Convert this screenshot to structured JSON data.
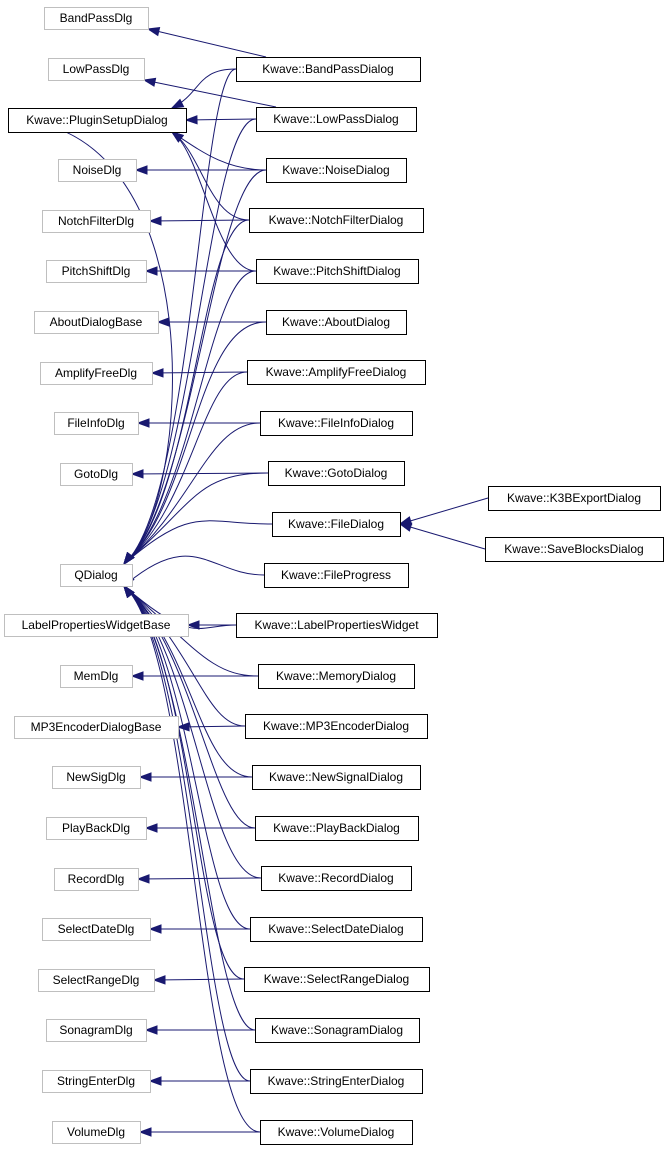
{
  "colors": {
    "edge": "#191970",
    "ghost_border": "#bfbfbf",
    "node_border": "#000000",
    "background": "#ffffff"
  },
  "nodes": [
    {
      "id": "BandPassDlg",
      "label": "BandPassDlg",
      "style": "ghost"
    },
    {
      "id": "LowPassDlg",
      "label": "LowPassDlg",
      "style": "ghost"
    },
    {
      "id": "PluginSetupDialog",
      "label": "Kwave::PluginSetupDialog",
      "style": "solid"
    },
    {
      "id": "NoiseDlg",
      "label": "NoiseDlg",
      "style": "ghost"
    },
    {
      "id": "NotchFilterDlg",
      "label": "NotchFilterDlg",
      "style": "ghost"
    },
    {
      "id": "PitchShiftDlg",
      "label": "PitchShiftDlg",
      "style": "ghost"
    },
    {
      "id": "AboutDialogBase",
      "label": "AboutDialogBase",
      "style": "ghost"
    },
    {
      "id": "AmplifyFreeDlg",
      "label": "AmplifyFreeDlg",
      "style": "ghost"
    },
    {
      "id": "FileInfoDlg",
      "label": "FileInfoDlg",
      "style": "ghost"
    },
    {
      "id": "GotoDlg",
      "label": "GotoDlg",
      "style": "ghost"
    },
    {
      "id": "QDialog",
      "label": "QDialog",
      "style": "ghost"
    },
    {
      "id": "LabelPropertiesWidgetBase",
      "label": "LabelPropertiesWidgetBase",
      "style": "ghost"
    },
    {
      "id": "MemDlg",
      "label": "MemDlg",
      "style": "ghost"
    },
    {
      "id": "MP3EncoderDialogBase",
      "label": "MP3EncoderDialogBase",
      "style": "ghost"
    },
    {
      "id": "NewSigDlg",
      "label": "NewSigDlg",
      "style": "ghost"
    },
    {
      "id": "PlayBackDlg",
      "label": "PlayBackDlg",
      "style": "ghost"
    },
    {
      "id": "RecordDlg",
      "label": "RecordDlg",
      "style": "ghost"
    },
    {
      "id": "SelectDateDlg",
      "label": "SelectDateDlg",
      "style": "ghost"
    },
    {
      "id": "SelectRangeDlg",
      "label": "SelectRangeDlg",
      "style": "ghost"
    },
    {
      "id": "SonagramDlg",
      "label": "SonagramDlg",
      "style": "ghost"
    },
    {
      "id": "StringEnterDlg",
      "label": "StringEnterDlg",
      "style": "ghost"
    },
    {
      "id": "VolumeDlg",
      "label": "VolumeDlg",
      "style": "ghost"
    },
    {
      "id": "BandPassDialog",
      "label": "Kwave::BandPassDialog",
      "style": "solid"
    },
    {
      "id": "LowPassDialog",
      "label": "Kwave::LowPassDialog",
      "style": "solid"
    },
    {
      "id": "NoiseDialog",
      "label": "Kwave::NoiseDialog",
      "style": "solid"
    },
    {
      "id": "NotchFilterDialog",
      "label": "Kwave::NotchFilterDialog",
      "style": "solid"
    },
    {
      "id": "PitchShiftDialog",
      "label": "Kwave::PitchShiftDialog",
      "style": "solid"
    },
    {
      "id": "AboutDialog",
      "label": "Kwave::AboutDialog",
      "style": "solid"
    },
    {
      "id": "AmplifyFreeDialog",
      "label": "Kwave::AmplifyFreeDialog",
      "style": "solid"
    },
    {
      "id": "FileInfoDialog",
      "label": "Kwave::FileInfoDialog",
      "style": "solid"
    },
    {
      "id": "GotoDialog",
      "label": "Kwave::GotoDialog",
      "style": "solid"
    },
    {
      "id": "FileDialog",
      "label": "Kwave::FileDialog",
      "style": "solid"
    },
    {
      "id": "FileProgress",
      "label": "Kwave::FileProgress",
      "style": "solid"
    },
    {
      "id": "LabelPropertiesWidget",
      "label": "Kwave::LabelPropertiesWidget",
      "style": "solid"
    },
    {
      "id": "MemoryDialog",
      "label": "Kwave::MemoryDialog",
      "style": "solid"
    },
    {
      "id": "MP3EncoderDialog",
      "label": "Kwave::MP3EncoderDialog",
      "style": "solid"
    },
    {
      "id": "NewSignalDialog",
      "label": "Kwave::NewSignalDialog",
      "style": "solid"
    },
    {
      "id": "PlayBackDialog",
      "label": "Kwave::PlayBackDialog",
      "style": "solid"
    },
    {
      "id": "RecordDialog",
      "label": "Kwave::RecordDialog",
      "style": "solid"
    },
    {
      "id": "SelectDateDialog",
      "label": "Kwave::SelectDateDialog",
      "style": "solid"
    },
    {
      "id": "SelectRangeDialog",
      "label": "Kwave::SelectRangeDialog",
      "style": "solid"
    },
    {
      "id": "SonagramDialog",
      "label": "Kwave::SonagramDialog",
      "style": "solid"
    },
    {
      "id": "StringEnterDialog",
      "label": "Kwave::StringEnterDialog",
      "style": "solid"
    },
    {
      "id": "VolumeDialog",
      "label": "Kwave::VolumeDialog",
      "style": "solid"
    },
    {
      "id": "K3BExportDialog",
      "label": "Kwave::K3BExportDialog",
      "style": "solid"
    },
    {
      "id": "SaveBlocksDialog",
      "label": "Kwave::SaveBlocksDialog",
      "style": "solid"
    }
  ],
  "edges": [
    {
      "from": "BandPassDialog",
      "to": "BandPassDlg"
    },
    {
      "from": "BandPassDialog",
      "to": "PluginSetupDialog"
    },
    {
      "from": "LowPassDialog",
      "to": "LowPassDlg"
    },
    {
      "from": "LowPassDialog",
      "to": "PluginSetupDialog"
    },
    {
      "from": "NoiseDialog",
      "to": "NoiseDlg"
    },
    {
      "from": "NoiseDialog",
      "to": "PluginSetupDialog"
    },
    {
      "from": "NotchFilterDialog",
      "to": "NotchFilterDlg"
    },
    {
      "from": "NotchFilterDialog",
      "to": "PluginSetupDialog"
    },
    {
      "from": "PitchShiftDialog",
      "to": "PitchShiftDlg"
    },
    {
      "from": "PitchShiftDialog",
      "to": "PluginSetupDialog"
    },
    {
      "from": "AboutDialog",
      "to": "AboutDialogBase"
    },
    {
      "from": "AmplifyFreeDialog",
      "to": "AmplifyFreeDlg"
    },
    {
      "from": "FileInfoDialog",
      "to": "FileInfoDlg"
    },
    {
      "from": "GotoDialog",
      "to": "GotoDlg"
    },
    {
      "from": "PluginSetupDialog",
      "to": "QDialog"
    },
    {
      "from": "BandPassDialog",
      "to": "QDialog"
    },
    {
      "from": "LowPassDialog",
      "to": "QDialog"
    },
    {
      "from": "NoiseDialog",
      "to": "QDialog"
    },
    {
      "from": "NotchFilterDialog",
      "to": "QDialog"
    },
    {
      "from": "PitchShiftDialog",
      "to": "QDialog"
    },
    {
      "from": "AboutDialog",
      "to": "QDialog"
    },
    {
      "from": "AmplifyFreeDialog",
      "to": "QDialog"
    },
    {
      "from": "FileInfoDialog",
      "to": "QDialog"
    },
    {
      "from": "GotoDialog",
      "to": "QDialog"
    },
    {
      "from": "FileDialog",
      "to": "QDialog"
    },
    {
      "from": "FileProgress",
      "to": "QDialog"
    },
    {
      "from": "LabelPropertiesWidget",
      "to": "QDialog"
    },
    {
      "from": "LabelPropertiesWidget",
      "to": "LabelPropertiesWidgetBase"
    },
    {
      "from": "MemoryDialog",
      "to": "QDialog"
    },
    {
      "from": "MemoryDialog",
      "to": "MemDlg"
    },
    {
      "from": "MP3EncoderDialog",
      "to": "QDialog"
    },
    {
      "from": "MP3EncoderDialog",
      "to": "MP3EncoderDialogBase"
    },
    {
      "from": "NewSignalDialog",
      "to": "QDialog"
    },
    {
      "from": "NewSignalDialog",
      "to": "NewSigDlg"
    },
    {
      "from": "PlayBackDialog",
      "to": "QDialog"
    },
    {
      "from": "PlayBackDialog",
      "to": "PlayBackDlg"
    },
    {
      "from": "RecordDialog",
      "to": "QDialog"
    },
    {
      "from": "RecordDialog",
      "to": "RecordDlg"
    },
    {
      "from": "SelectDateDialog",
      "to": "QDialog"
    },
    {
      "from": "SelectDateDialog",
      "to": "SelectDateDlg"
    },
    {
      "from": "SelectRangeDialog",
      "to": "QDialog"
    },
    {
      "from": "SelectRangeDialog",
      "to": "SelectRangeDlg"
    },
    {
      "from": "SonagramDialog",
      "to": "QDialog"
    },
    {
      "from": "SonagramDialog",
      "to": "SonagramDlg"
    },
    {
      "from": "StringEnterDialog",
      "to": "QDialog"
    },
    {
      "from": "StringEnterDialog",
      "to": "StringEnterDlg"
    },
    {
      "from": "VolumeDialog",
      "to": "QDialog"
    },
    {
      "from": "VolumeDialog",
      "to": "VolumeDlg"
    },
    {
      "from": "K3BExportDialog",
      "to": "FileDialog"
    },
    {
      "from": "SaveBlocksDialog",
      "to": "FileDialog"
    }
  ]
}
